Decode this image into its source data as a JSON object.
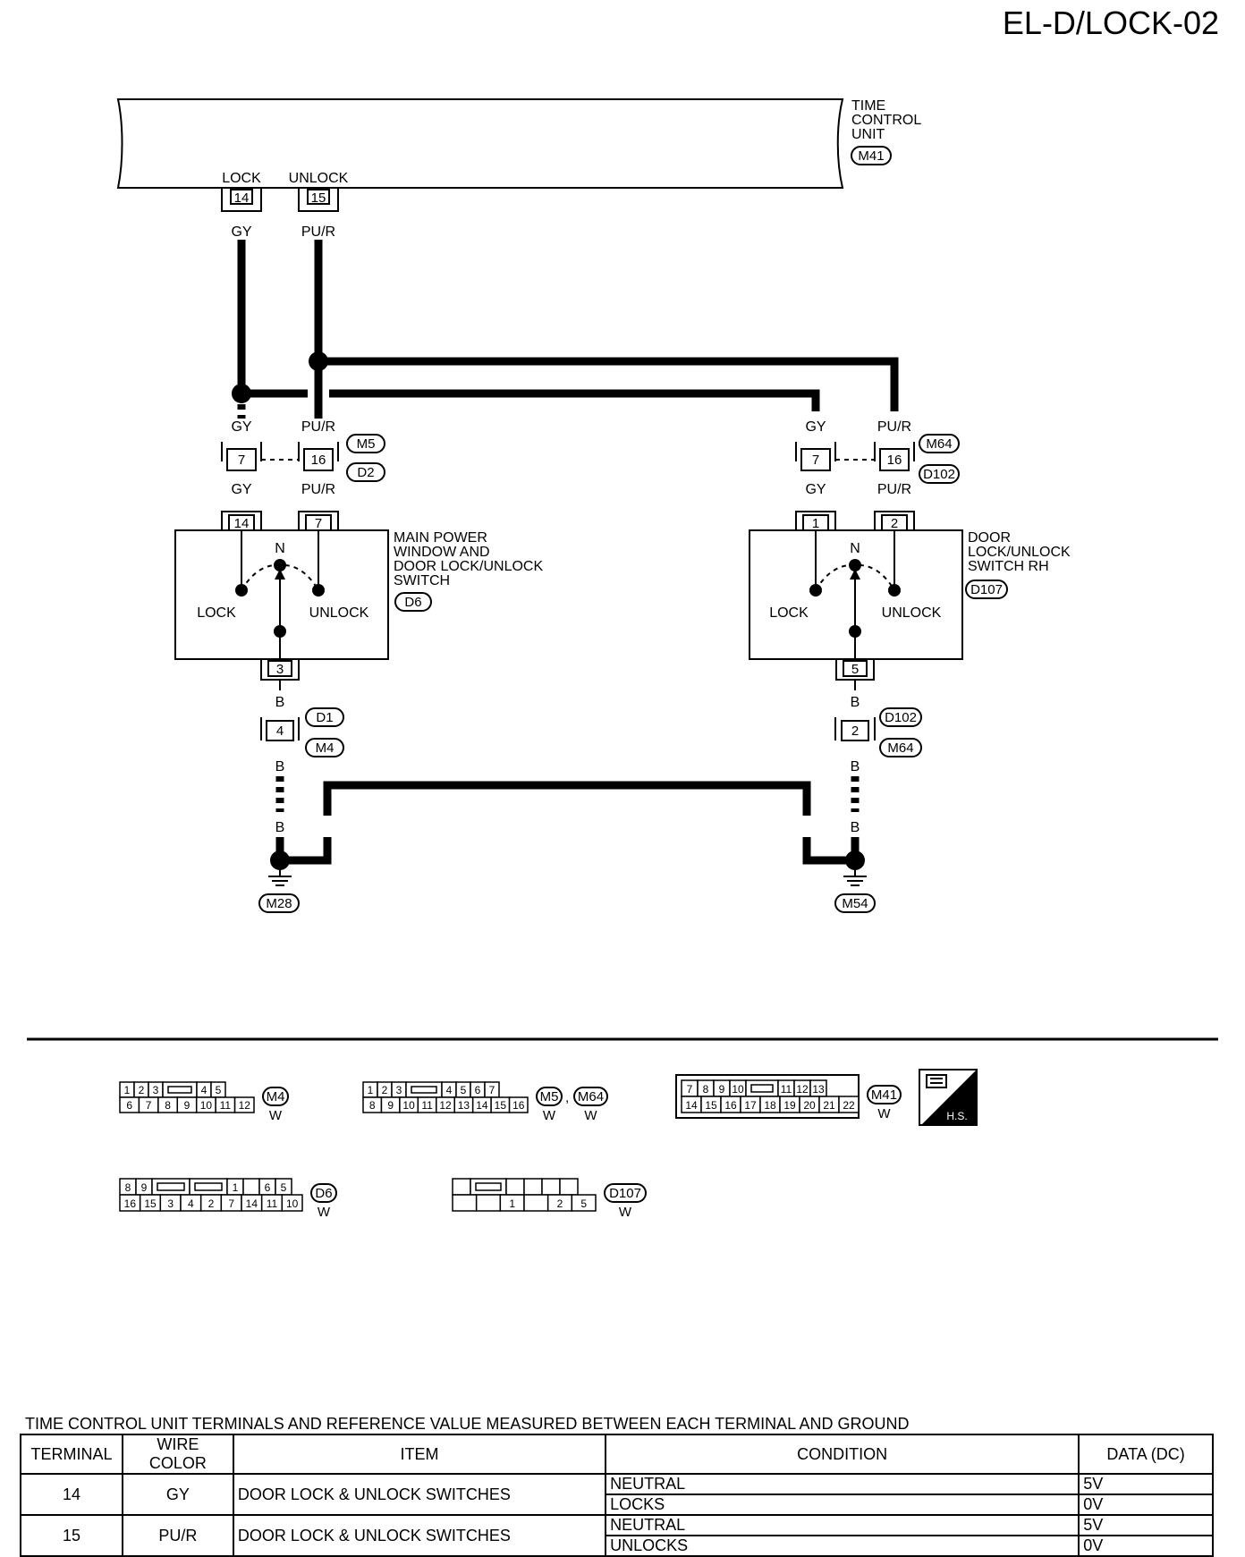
{
  "page_code": "EL-D/LOCK-02",
  "tcu": {
    "name_lines": [
      "TIME",
      "CONTROL",
      "UNIT"
    ],
    "connector": "M41"
  },
  "tcu_pins": [
    {
      "label": "LOCK",
      "pin": "14",
      "wire": "GY"
    },
    {
      "label": "UNLOCK",
      "pin": "15",
      "wire": "PU/R"
    }
  ],
  "left_joint": {
    "top_wires": [
      "GY",
      "PU/R"
    ],
    "pins": [
      "7",
      "16"
    ],
    "connectors": [
      "M5",
      "D2"
    ],
    "bottom_wires": [
      "GY",
      "PU/R"
    ]
  },
  "right_joint": {
    "top_wires": [
      "GY",
      "PU/R"
    ],
    "pins": [
      "7",
      "16"
    ],
    "connectors": [
      "M64",
      "D102"
    ],
    "bottom_wires": [
      "GY",
      "PU/R"
    ]
  },
  "left_switch": {
    "name_lines": [
      "MAIN POWER",
      "WINDOW AND",
      "DOOR LOCK/UNLOCK",
      "SWITCH"
    ],
    "connector": "D6",
    "top_pins": [
      "14",
      "7"
    ],
    "neutral": "N",
    "lock": "LOCK",
    "unlock": "UNLOCK",
    "bottom_pin": "3"
  },
  "right_switch": {
    "name_lines": [
      "DOOR",
      "LOCK/UNLOCK",
      "SWITCH RH"
    ],
    "connector": "D107",
    "top_pins": [
      "1",
      "2"
    ],
    "neutral": "N",
    "lock": "LOCK",
    "unlock": "UNLOCK",
    "bottom_pin": "5"
  },
  "left_ground": {
    "wire1": "B",
    "pin": "4",
    "connectors": [
      "D1",
      "M4"
    ],
    "wire2": "B",
    "wire3": "B",
    "wire4": "B",
    "ground": "M28"
  },
  "right_ground": {
    "wire1": "B",
    "pin": "2",
    "connectors": [
      "D102",
      "M64"
    ],
    "wire2": "B",
    "wire3": "B",
    "wire4": "B",
    "ground": "M54"
  },
  "connector_views": [
    {
      "ids": [
        "M4"
      ],
      "color": "W",
      "top": [
        "1",
        "2",
        "3",
        "",
        "4",
        "5"
      ],
      "bottom": [
        "6",
        "7",
        "8",
        "9",
        "10",
        "11",
        "12"
      ]
    },
    {
      "ids": [
        "M5",
        "M64"
      ],
      "separator": ",",
      "color": "W",
      "top": [
        "1",
        "2",
        "3",
        "",
        "4",
        "5",
        "6",
        "7"
      ],
      "bottom": [
        "8",
        "9",
        "10",
        "11",
        "12",
        "13",
        "14",
        "15",
        "16"
      ]
    },
    {
      "ids": [
        "M41"
      ],
      "color": "W",
      "top": [
        "7",
        "8",
        "9",
        "10",
        "",
        "11",
        "12",
        "13"
      ],
      "bottom": [
        "14",
        "15",
        "16",
        "17",
        "18",
        "19",
        "20",
        "21",
        "22"
      ]
    },
    {
      "ids": [
        "D6"
      ],
      "color": "W",
      "top": [
        "8",
        "9",
        "",
        "",
        "1",
        "",
        "6",
        "5"
      ],
      "bottom": [
        "16",
        "15",
        "3",
        "4",
        "2",
        "7",
        "14",
        "11",
        "10"
      ]
    },
    {
      "ids": [
        "D107"
      ],
      "color": "W",
      "top": [
        "",
        "",
        "",
        "",
        "",
        ""
      ],
      "bottom": [
        "",
        "",
        "1",
        "",
        "2",
        "5"
      ]
    }
  ],
  "hs_label": "H.S.",
  "table": {
    "title": "TIME CONTROL UNIT TERMINALS AND REFERENCE VALUE MEASURED BETWEEN EACH TERMINAL AND GROUND",
    "headers": [
      "TERMINAL",
      "WIRE COLOR",
      "ITEM",
      "CONDITION",
      "DATA (DC)"
    ],
    "rows": [
      {
        "terminal": "14",
        "wire_color": "GY",
        "item": "DOOR LOCK & UNLOCK SWITCHES",
        "conditions": [
          "NEUTRAL",
          "LOCKS"
        ],
        "data": [
          "5V",
          "0V"
        ]
      },
      {
        "terminal": "15",
        "wire_color": "PU/R",
        "item": "DOOR LOCK & UNLOCK SWITCHES",
        "conditions": [
          "NEUTRAL",
          "UNLOCKS"
        ],
        "data": [
          "5V",
          "0V"
        ]
      }
    ]
  }
}
